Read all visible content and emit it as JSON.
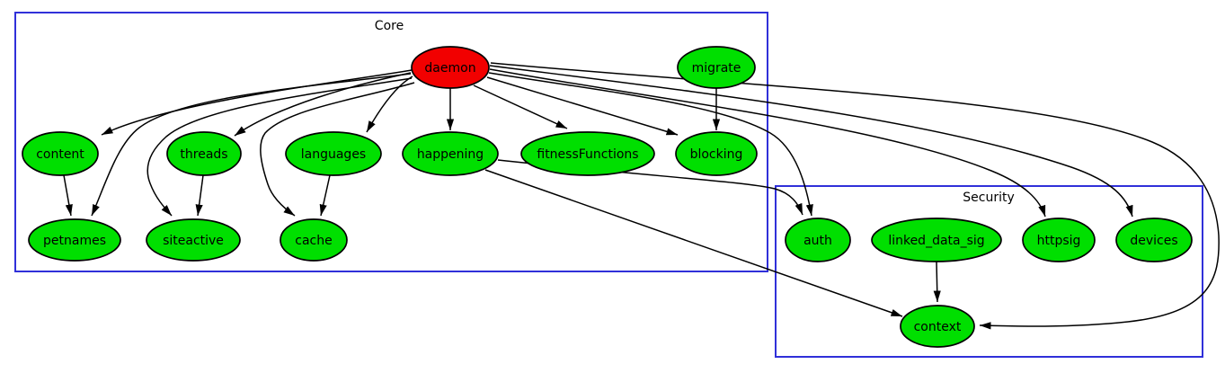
{
  "diagram": {
    "type": "dependency-graph",
    "clusters": [
      {
        "id": "core",
        "label": "Core"
      },
      {
        "id": "security",
        "label": "Security"
      }
    ],
    "nodes": [
      {
        "id": "daemon",
        "label": "daemon",
        "cluster": "core",
        "color": "red"
      },
      {
        "id": "migrate",
        "label": "migrate",
        "cluster": "core",
        "color": "green"
      },
      {
        "id": "content",
        "label": "content",
        "cluster": "core",
        "color": "green"
      },
      {
        "id": "threads",
        "label": "threads",
        "cluster": "core",
        "color": "green"
      },
      {
        "id": "languages",
        "label": "languages",
        "cluster": "core",
        "color": "green"
      },
      {
        "id": "happening",
        "label": "happening",
        "cluster": "core",
        "color": "green"
      },
      {
        "id": "fitnessFunctions",
        "label": "fitnessFunctions",
        "cluster": "core",
        "color": "green"
      },
      {
        "id": "blocking",
        "label": "blocking",
        "cluster": "core",
        "color": "green"
      },
      {
        "id": "petnames",
        "label": "petnames",
        "cluster": "core",
        "color": "green"
      },
      {
        "id": "siteactive",
        "label": "siteactive",
        "cluster": "core",
        "color": "green"
      },
      {
        "id": "cache",
        "label": "cache",
        "cluster": "core",
        "color": "green"
      },
      {
        "id": "auth",
        "label": "auth",
        "cluster": "security",
        "color": "green"
      },
      {
        "id": "linked_data_sig",
        "label": "linked_data_sig",
        "cluster": "security",
        "color": "green"
      },
      {
        "id": "httpsig",
        "label": "httpsig",
        "cluster": "security",
        "color": "green"
      },
      {
        "id": "devices",
        "label": "devices",
        "cluster": "security",
        "color": "green"
      },
      {
        "id": "context",
        "label": "context",
        "cluster": "security",
        "color": "green"
      }
    ],
    "edges": [
      {
        "from": "daemon",
        "to": "content"
      },
      {
        "from": "daemon",
        "to": "threads"
      },
      {
        "from": "daemon",
        "to": "languages"
      },
      {
        "from": "daemon",
        "to": "happening"
      },
      {
        "from": "daemon",
        "to": "fitnessFunctions"
      },
      {
        "from": "daemon",
        "to": "blocking"
      },
      {
        "from": "daemon",
        "to": "petnames"
      },
      {
        "from": "daemon",
        "to": "siteactive"
      },
      {
        "from": "daemon",
        "to": "cache"
      },
      {
        "from": "daemon",
        "to": "auth"
      },
      {
        "from": "daemon",
        "to": "httpsig"
      },
      {
        "from": "daemon",
        "to": "devices"
      },
      {
        "from": "daemon",
        "to": "context"
      },
      {
        "from": "migrate",
        "to": "blocking"
      },
      {
        "from": "content",
        "to": "petnames"
      },
      {
        "from": "threads",
        "to": "siteactive"
      },
      {
        "from": "languages",
        "to": "cache"
      },
      {
        "from": "happening",
        "to": "auth"
      },
      {
        "from": "happening",
        "to": "context"
      },
      {
        "from": "linked_data_sig",
        "to": "context"
      }
    ]
  },
  "colors": {
    "node_green": "#00df00",
    "node_red": "#f20000",
    "cluster_border": "#3030d9",
    "edge": "#000000"
  }
}
